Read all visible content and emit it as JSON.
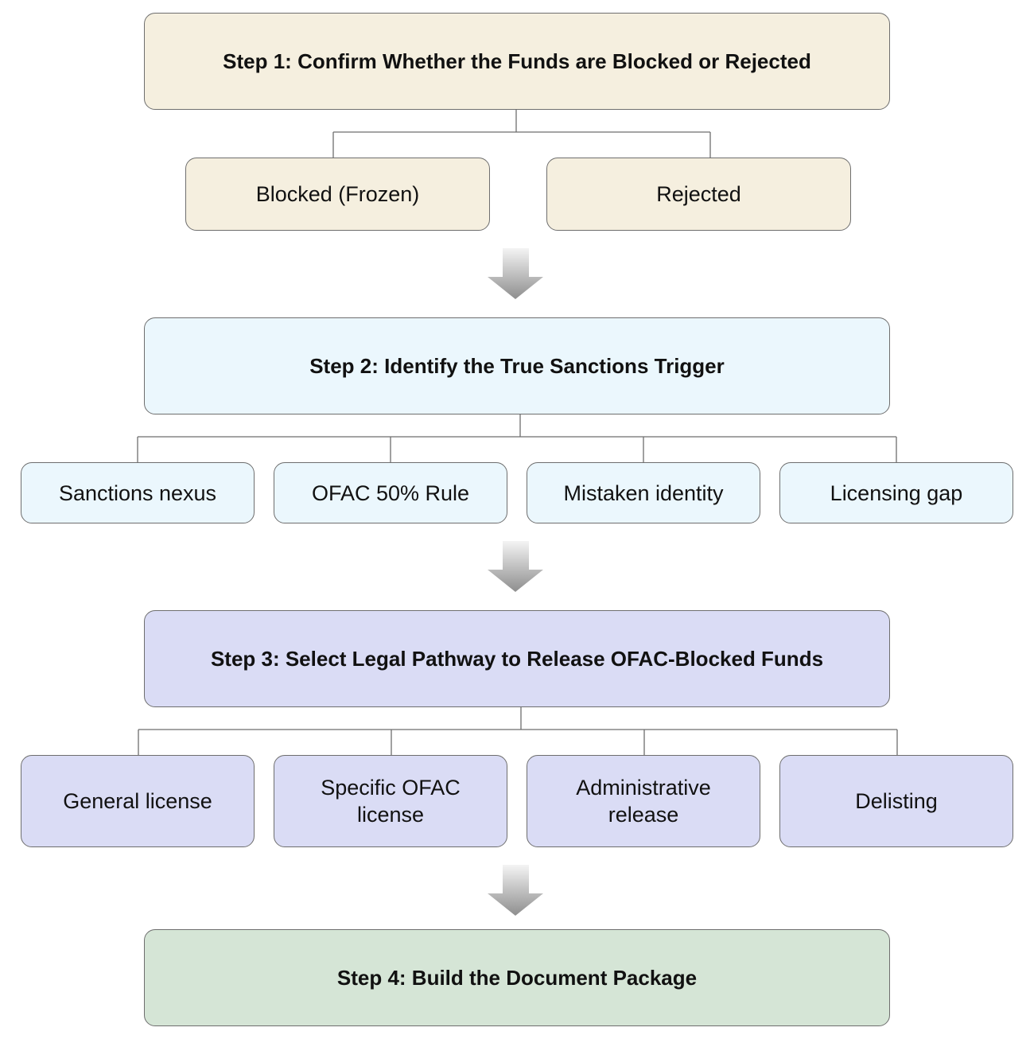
{
  "steps": {
    "step1": {
      "title": "Step 1: Confirm Whether the Funds are Blocked or Rejected",
      "options": [
        "Blocked (Frozen)",
        "Rejected"
      ]
    },
    "step2": {
      "title": "Step 2: Identify the True Sanctions Trigger",
      "options": [
        "Sanctions nexus",
        "OFAC 50% Rule",
        "Mistaken identity",
        "Licensing gap"
      ]
    },
    "step3": {
      "title": "Step 3: Select Legal Pathway to Release OFAC-Blocked Funds",
      "options": [
        "General license",
        "Specific OFAC license",
        "Administrative release",
        "Delisting"
      ]
    },
    "step4": {
      "title": "Step 4: Build the Document Package"
    }
  },
  "colors": {
    "step1_fill": "#f5efdf",
    "step2_fill": "#ebf7fd",
    "step3_fill": "#dadcf5",
    "step4_fill": "#d5e5d6",
    "border": "#6e6e6e",
    "arrow": "#9a9a9a"
  }
}
